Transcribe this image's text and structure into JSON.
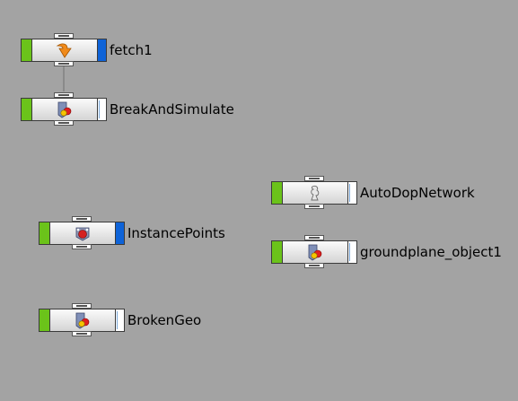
{
  "network": {
    "nodes": [
      {
        "id": "fetch1",
        "label": "fetch1",
        "icon": "fetch-arrow-icon",
        "display_flag": true
      },
      {
        "id": "breakandsimulate",
        "label": "BreakAndSimulate",
        "icon": "object-subnet-icon",
        "display_flag": false
      },
      {
        "id": "instancepoints",
        "label": "InstancePoints",
        "icon": "instance-icon",
        "display_flag": true
      },
      {
        "id": "brokengeo",
        "label": "BrokenGeo",
        "icon": "object-subnet-icon",
        "display_flag": false
      },
      {
        "id": "autodopnetwork",
        "label": "AutoDopNetwork",
        "icon": "dop-network-icon",
        "display_flag": false
      },
      {
        "id": "groundplane_object1",
        "label": "groundplane_object1",
        "icon": "object-subnet-icon",
        "display_flag": false
      }
    ],
    "connections": [
      {
        "from": "fetch1",
        "to": "breakandsimulate"
      }
    ]
  },
  "colors": {
    "background": "#a3a3a3",
    "bypass_flag": "#6bc31a",
    "display_flag": "#0e63d8",
    "wire": "#8a8a8a"
  }
}
